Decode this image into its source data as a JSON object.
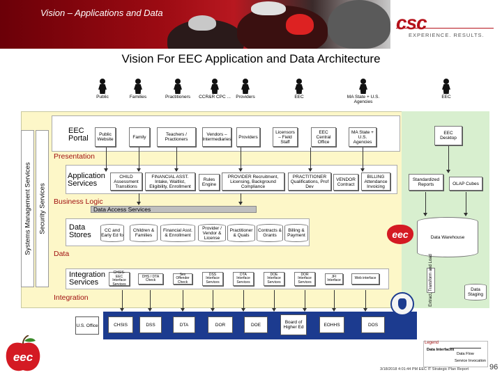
{
  "header": {
    "banner_title": "Vision – Applications and Data",
    "logo_text": "csc",
    "tagline": "EXPERIENCE. RESULTS."
  },
  "title": "Vision For EEC Application and Data Architecture",
  "users": [
    "Public",
    "Families",
    "Practitioners",
    "CCR&R CPC ...",
    "Providers",
    "EEC",
    "MA State + U.S. Agencies",
    "EEC"
  ],
  "side_bars": {
    "systems_management": "Systems Management Services",
    "security": "Security Services"
  },
  "portal": {
    "head": "EEC Portal",
    "boxes": [
      "Public Website",
      "Family",
      "Teachers / Practioners",
      "Vendors – Intermediaries",
      "Providers",
      "Licensors – Field Staff",
      "EEC Central Office",
      "MA State + U.S. Agencies"
    ],
    "desktop": "EEC Desktop"
  },
  "layers": {
    "presentation": "Presentation",
    "business_logic": "Business Logic",
    "data": "Data",
    "integration": "Integration"
  },
  "app_services": {
    "head": "Application Services",
    "boxes": [
      "CHILD Assessment Transitions",
      "FINANCIAL ASST. Intake, Waitlist, Eligibility, Enrollment",
      "Rules Engine",
      "PROVIDER Recruitment, Licensing, Background Compliance",
      "PRACTITIONER Qualifications, Prof Dev",
      "VENDOR Contract",
      "BILLING Attendance Invoicing"
    ],
    "reports": "Standardized Reports",
    "olap": "OLAP Cubes"
  },
  "data_access": "Data Access Services",
  "data_stores": {
    "head": "Data Stores",
    "boxes": [
      "CC and Early Ed fo",
      "Children & Families",
      "Financial Asst. & Enrollment",
      "Provider / Vendor & License",
      "Practitioner & Quals",
      "Contracts & Grants",
      "Billing & Payment"
    ],
    "warehouse": "Data Warehouse",
    "eec_logo": "eec"
  },
  "integration_services": {
    "head": "Integration Services",
    "boxes": [
      "CHSIS-EEC Interface Services",
      "DHS / DTA Check",
      "Sex Offender Check",
      "DSS Interface Services",
      "DTA Interface Services",
      "DOE Interface Services",
      "DOR Interface Services",
      "JFI Interface",
      "Web interface"
    ],
    "etl": "Extract, Transform and Load",
    "staging": "Data Staging"
  },
  "external_systems": [
    "U.S. Office",
    "CHSIS",
    "DSS",
    "DTA",
    "DOR",
    "DOE",
    "Board of Higher Ed",
    "EOHHS",
    "DOS"
  ],
  "legend": {
    "title": "Legend",
    "items": [
      "Data Interfaces",
      "Data Flow",
      "Service Invocation"
    ]
  },
  "footer": {
    "logo_text": "eec",
    "text": "3/18/2018 4:01:44 PM EEC IT Strategic Plan Report",
    "page": "96"
  }
}
